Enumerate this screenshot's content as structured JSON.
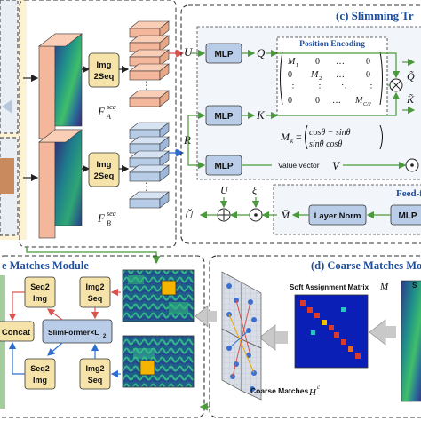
{
  "colors": {
    "blue_title": "#1f4e9c",
    "mlp_fill": "#b9cde8",
    "img2seq_fill": "#f6e3a9",
    "panel_bg": "#f2f5fa",
    "salmon_block": "#f4b79b",
    "blue_block": "#b7cde7",
    "arrow_red": "#d9534f",
    "arrow_blue": "#2f6ed1",
    "arrow_green": "#4a9a3b",
    "yellow_bg": "#fdf3d4"
  },
  "slimming": {
    "title": "(c) Slimming Tr",
    "mlp1": "MLP",
    "mlp2": "MLP",
    "mlp3": "MLP",
    "U": "U",
    "R": "R",
    "Q": "Q",
    "K": "K",
    "V": "V",
    "value_vector": "Value vector",
    "q_tilde": "Q̃",
    "k_tilde": "K̃",
    "pos_enc_title": "Position Encoding",
    "matrix": {
      "row1": [
        "M",
        "0",
        "…",
        "0"
      ],
      "row1_sub": [
        "1",
        "",
        "",
        ""
      ],
      "row2": [
        "0",
        "M",
        "…",
        "0"
      ],
      "row2_sub": [
        "",
        "2",
        "",
        ""
      ],
      "row3": [
        "⋮",
        "⋮",
        "⋱",
        "⋮"
      ],
      "row4": [
        "0",
        "0",
        "…",
        "M"
      ],
      "row4_sub": [
        "",
        "",
        "",
        "C/2"
      ]
    },
    "mk_label": "M",
    "mk_sub": "k",
    "mk_eq": "=",
    "mk_r1": "cosθ  − sinθ",
    "mk_r2": "sinθ     cosθ",
    "mk_sub_k": "k",
    "otimes": "⊗",
    "odot": "⊙"
  },
  "feed": {
    "title": "Feed-f",
    "mlp": "MLP",
    "layer_norm": "Layer Norm",
    "u_breve": "Ŭ",
    "u": "U",
    "xi": "ξ",
    "m_breve": "M̆",
    "oplus": "⊕",
    "odot": "⊙"
  },
  "top_left": {
    "img2seq_a": "Img\n2Seq",
    "img2seq_a_l1": "Img",
    "img2seq_a_l2": "2Seq",
    "img2seq_b_l1": "Img",
    "img2seq_b_l2": "2Seq",
    "fa": "F",
    "fa_sup": "seq",
    "fa_sub": "A",
    "fb": "F",
    "fb_sup": "seq",
    "fb_sub": "B",
    "dots": "⋮"
  },
  "fine": {
    "title": "e Matches Module",
    "seq2img_top_l1": "Seq2",
    "seq2img_top_l2": "Img",
    "img2seq_top_l1": "Img2",
    "img2seq_top_l2": "Seq",
    "concat": "Concat",
    "slimformer": "SlimFormer×L",
    "slimformer_sub": "2",
    "seq2img_bot_l1": "Seq2",
    "seq2img_bot_l2": "Img",
    "img2seq_bot_l1": "Img2",
    "img2seq_bot_l2": "Seq"
  },
  "coarse": {
    "title": "(d) Coarse Matches Mo",
    "soft_assignment": "Soft Assignment Matrix",
    "soft_m": "M",
    "coarse_matches": "Coarse Matches",
    "h": "H",
    "h_sup": "c",
    "right_clip": "S"
  }
}
